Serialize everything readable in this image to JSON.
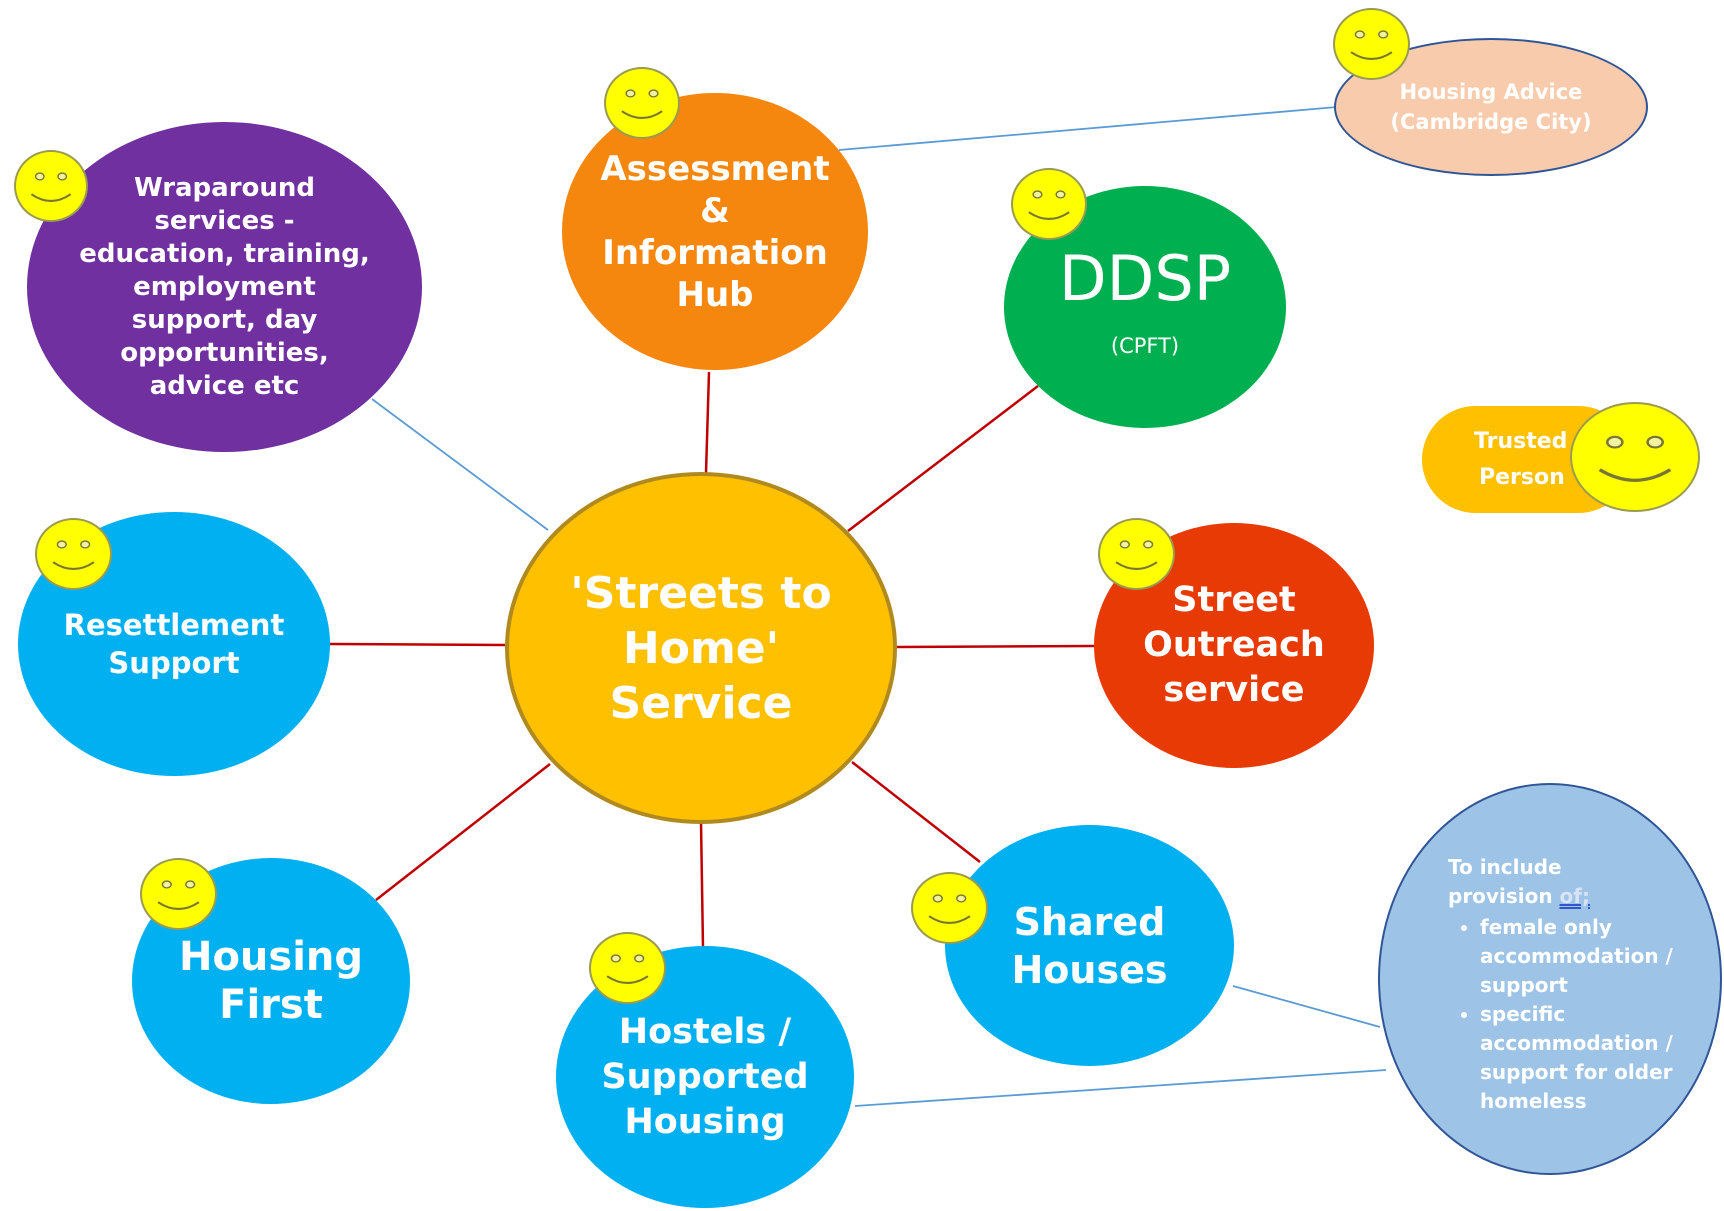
{
  "hub": {
    "lines": [
      "'Streets to",
      "Home'",
      "Service"
    ]
  },
  "assessment": {
    "lines": [
      "Assessment",
      "&",
      "Information",
      "Hub"
    ]
  },
  "ddsp": {
    "title": "DDSP",
    "subtitle": "(CPFT)"
  },
  "wraparound": {
    "lines": [
      "Wraparound",
      "services -",
      "education, training,",
      "employment",
      "support, day",
      "opportunities,",
      "advice etc"
    ]
  },
  "resettlement": {
    "lines": [
      "Resettlement",
      "Support"
    ]
  },
  "street_outreach": {
    "lines": [
      "Street",
      "Outreach",
      "service"
    ]
  },
  "housing_first": {
    "lines": [
      "Housing",
      "First"
    ]
  },
  "hostels": {
    "lines": [
      "Hostels /",
      "Supported",
      "Housing"
    ]
  },
  "shared_houses": {
    "lines": [
      "Shared",
      "Houses"
    ]
  },
  "housing_advice": {
    "lines": [
      "Housing Advice",
      "(Cambridge City)"
    ]
  },
  "trusted_person": {
    "lines": [
      "Trusted",
      "Person"
    ]
  },
  "provision_note": {
    "intro": "To include",
    "intro2": "provision",
    "intro_of": "of;",
    "items": [
      "female only accommodation / support",
      "specific accommodation / support for older homeless"
    ]
  },
  "colors": {
    "hub": "#ffc000",
    "assessment": "#f5870f",
    "ddsp": "#00b050",
    "wraparound": "#7030a0",
    "light_blue": "#00b0f0",
    "street_outreach": "#e83a05",
    "housing_advice": "#f8cbad",
    "provision": "#9dc3e6",
    "red_link": "#c00000",
    "blue_link": "#5b9bd5",
    "smiley": "#ffff00"
  }
}
